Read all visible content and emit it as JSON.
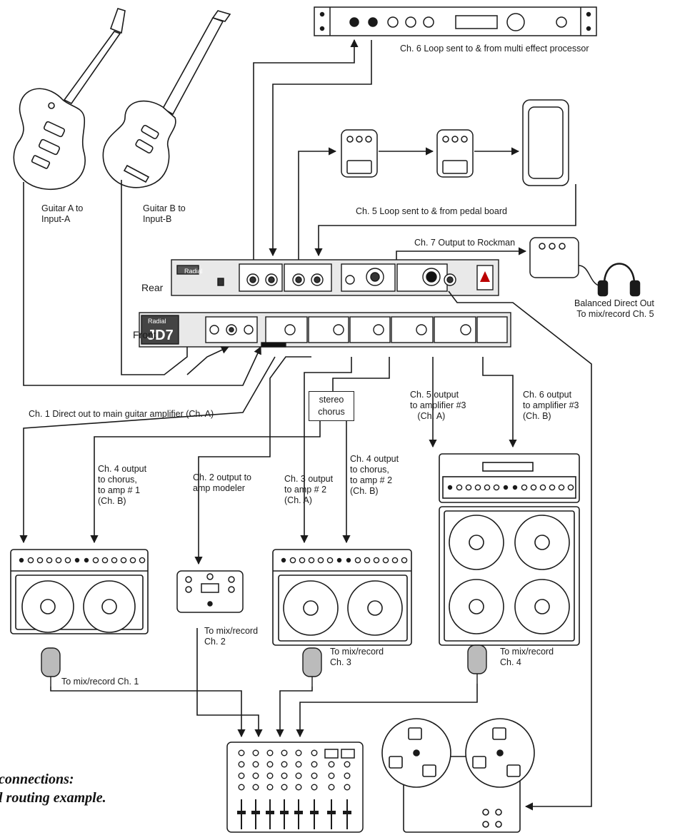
{
  "labels": {
    "guitar_a": "Guitar A to\nInput-A",
    "guitar_b": "Guitar B to\nInput-B",
    "ch6_loop": "Ch. 6 Loop sent to & from multi effect processor",
    "ch5_loop": "Ch. 5 Loop sent to & from pedal board",
    "ch7_output": "Ch. 7 Output to Rockman",
    "rear": "Rear",
    "front": "Front",
    "balanced_out": "Balanced Direct Out\n To mix/record Ch. 5",
    "ch1_direct": "Ch. 1 Direct out to main guitar amplifier (Ch. A)",
    "stereo_chorus_1": "stereo",
    "stereo_chorus_2": "chorus",
    "ch5_amp3": "Ch. 5 output\nto amplifier #3\n   (Ch. A)",
    "ch6_amp3": "Ch. 6 output\nto amplifier #3\n(Ch. B)",
    "ch4_chorus_amp1": "Ch. 4 output\nto chorus,\nto amp # 1\n(Ch. B)",
    "ch2_modeler": "Ch. 2 output to\namp modeler",
    "ch3_amp2": "Ch. 3 output\nto amp # 2\n(Ch. A)",
    "ch4_chorus_amp2": "Ch. 4 output\nto chorus,\nto amp # 2\n(Ch. B)",
    "mix_ch1": "To mix/record Ch. 1",
    "mix_ch2": "To mix/record\nCh. 2",
    "mix_ch3": "To mix/record\nCh. 3",
    "mix_ch4": "To mix/record\nCh. 4",
    "caption_1": "connections:",
    "caption_2": "l routing example."
  },
  "devices": {
    "rear_brand": "Radial",
    "front_brand": "Radial",
    "front_model": "JD7"
  },
  "colors": {
    "line": "#1a1a1a",
    "device_face": "#e9e9e9",
    "background": "#ffffff"
  }
}
